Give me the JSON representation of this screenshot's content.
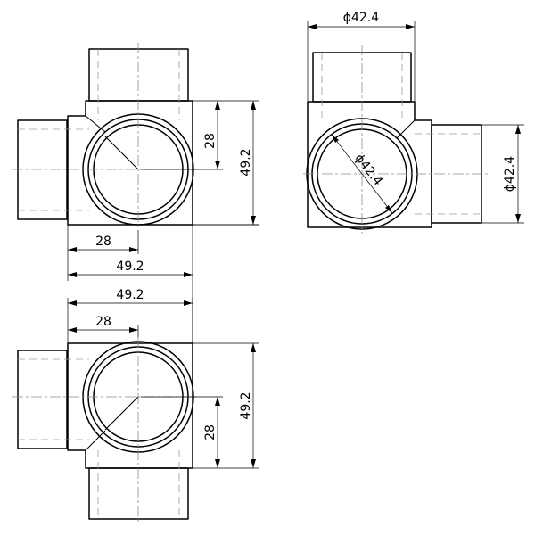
{
  "dimensions": {
    "top_left": {
      "vertical_28": "28",
      "vertical_49": "49.2",
      "horizontal_28": "28",
      "horizontal_49": "49.2"
    },
    "top_right": {
      "diameter_top": "ϕ42.4",
      "diameter_side": "ϕ42.4",
      "diameter_inner": "ϕ42.4"
    },
    "bottom_left": {
      "horizontal_49": "49.2",
      "horizontal_28": "28",
      "vertical_28": "28",
      "vertical_49": "49.2"
    }
  }
}
